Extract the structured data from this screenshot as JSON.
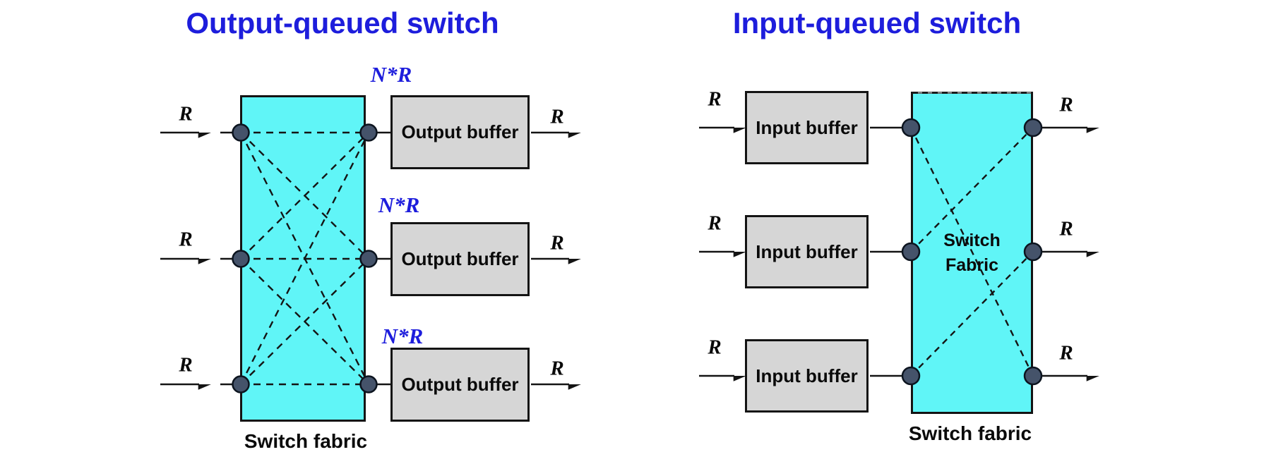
{
  "colors": {
    "accent_blue": "#1d1ddc",
    "fabric_cyan": "#60f5f7",
    "node_fill": "#45536a",
    "box_gray": "#d6d6d6",
    "line_dark": "#141414"
  },
  "left_diagram": {
    "title": "Output-queued switch",
    "rate_label": "R",
    "aggregate_rate_label": "N*R",
    "buffer_label": "Output buffer",
    "fabric_caption": "Switch fabric",
    "num_ports": 3
  },
  "right_diagram": {
    "title": "Input-queued switch",
    "rate_label": "R",
    "buffer_label": "Input buffer",
    "fabric_inner_line1": "Switch",
    "fabric_inner_line2": "Fabric",
    "fabric_caption": "Switch fabric",
    "num_ports": 3
  }
}
